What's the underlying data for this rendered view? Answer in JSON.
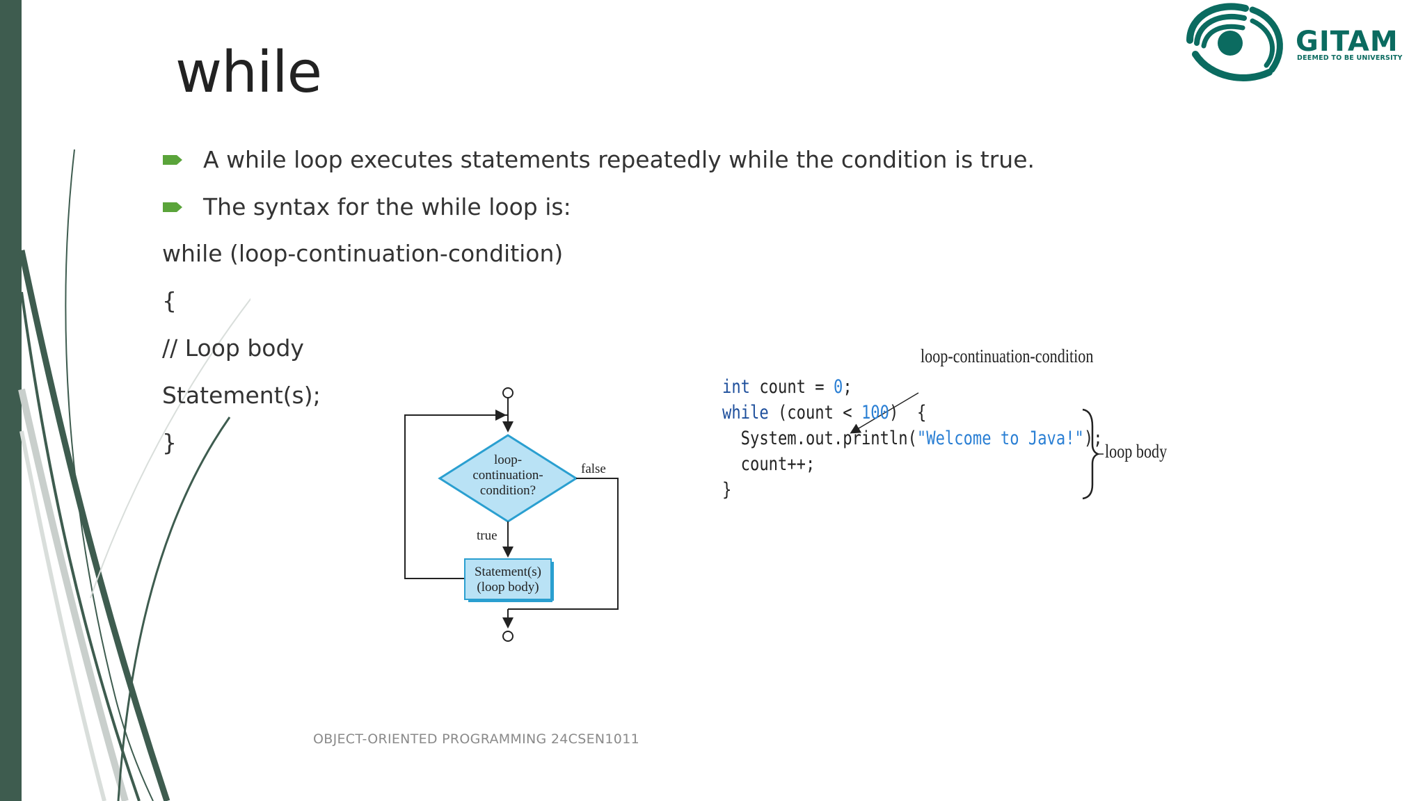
{
  "slide": {
    "title": "while",
    "bullets": [
      "A while loop executes statements repeatedly while the condition is true.",
      "The syntax for the while loop is:"
    ],
    "syntax_lines": [
      "while (loop-continuation-condition)",
      " {",
      "// Loop body",
      "Statement(s);",
      "}"
    ],
    "footer": "OBJECT-ORIENTED PROGRAMMING  24CSEN1011"
  },
  "logo": {
    "name": "GITAM",
    "tagline": "DEEMED TO BE UNIVERSITY"
  },
  "flowchart": {
    "condition_line1": "loop-",
    "condition_line2": "continuation-",
    "condition_line3": "condition?",
    "false_label": "false",
    "true_label": "true",
    "body_line1": "Statement(s)",
    "body_line2": "(loop body)"
  },
  "code_example": {
    "line1": {
      "kw": "int",
      "rest": " count = ",
      "num": "0",
      "end": ";"
    },
    "line2": {
      "kw": "while",
      "rest": " (count < ",
      "num": "100",
      "end": ")  {"
    },
    "line3": {
      "pre": "  System.out.println(",
      "str": "\"Welcome to Java!\"",
      "end": ");"
    },
    "line4": "  count++;",
    "line5": "}",
    "annotation_condition": "loop-continuation-condition",
    "annotation_body": "loop body"
  },
  "colors": {
    "accent_green": "#3e5c4f",
    "bullet_green": "#5aa43a",
    "logo_teal": "#0b6b60",
    "diamond_fill": "#b9e2f5",
    "diamond_stroke": "#2a9fd0",
    "code_keyword": "#1e4f9c",
    "code_literal": "#2a7fd4"
  }
}
